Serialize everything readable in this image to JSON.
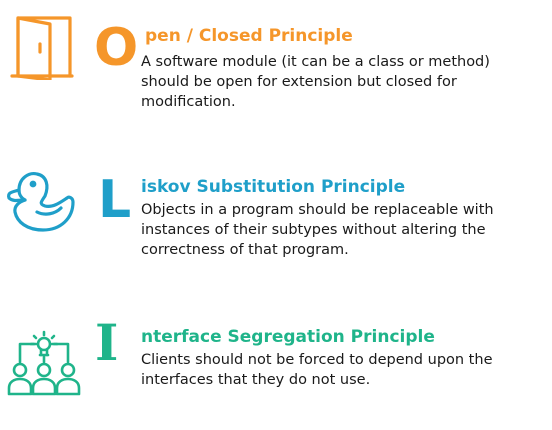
{
  "colors": {
    "ocp": "#f5962a",
    "lsp": "#1f9fc9",
    "isp": "#1fb48a",
    "text": "#1a1a1a"
  },
  "principles": [
    {
      "id": "ocp",
      "icon": "door-icon",
      "letter": "O",
      "title": "pen / Closed Principle",
      "description": "A software module (it can be a class or method) should be open for extension but closed for modification."
    },
    {
      "id": "lsp",
      "icon": "duck-icon",
      "letter": "L",
      "title": "iskov Substitution Principle",
      "description": "Objects in a program should be replaceable with instances of their subtypes without altering the correctness of that program."
    },
    {
      "id": "isp",
      "icon": "people-idea-icon",
      "letter": "I",
      "title": "nterface Segregation Principle",
      "description": "Clients should not be forced to depend upon the interfaces that they do not use."
    }
  ]
}
